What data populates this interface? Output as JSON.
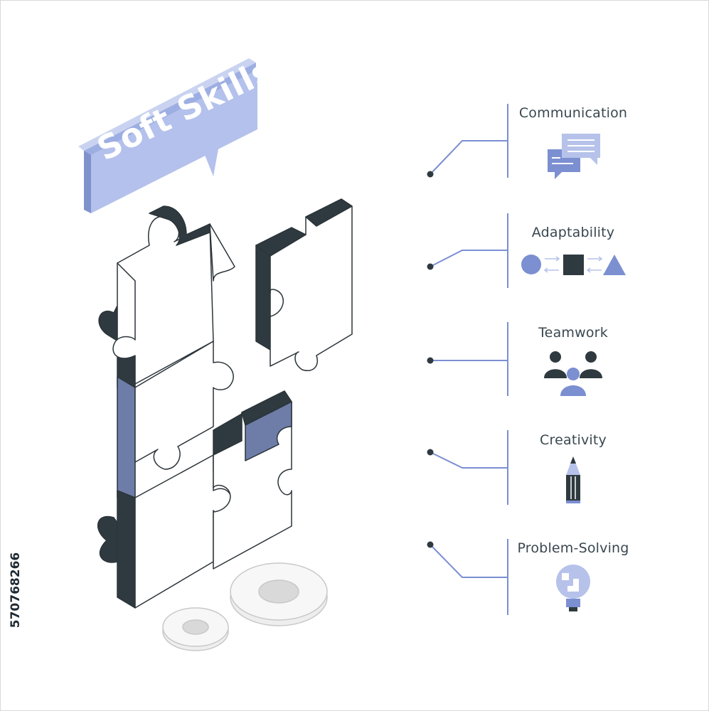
{
  "badge": {
    "title": "Soft Skills"
  },
  "skills": [
    {
      "label": "Communication",
      "icon": "speech-bubbles-icon"
    },
    {
      "label": "Adaptability",
      "icon": "shape-change-icon"
    },
    {
      "label": "Teamwork",
      "icon": "team-people-icon"
    },
    {
      "label": "Creativity",
      "icon": "pencil-icon"
    },
    {
      "label": "Problem-Solving",
      "icon": "lightbulb-puzzle-icon"
    }
  ],
  "stock_id": "570768266",
  "colors": {
    "accent": "#8a9bd6",
    "dark": "#2f3a40",
    "line": "#7b8fd1",
    "light": "#b6c2ea"
  }
}
